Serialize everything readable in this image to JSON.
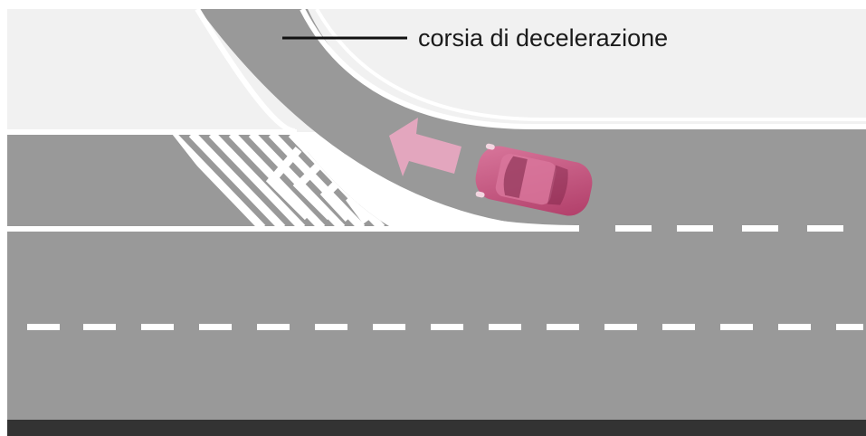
{
  "diagram": {
    "label": "corsia di decelerazione",
    "elements": {
      "road": "highway-carriageway",
      "ramp": "exit-ramp",
      "gore": "hatched-gore-area",
      "vehicle": "car-top-view",
      "motion": "arrow-left"
    },
    "colors": {
      "background": "#ffffff",
      "upper_area": "#f1f1f1",
      "asphalt": "#999999",
      "road_edge": "#333333",
      "marking": "#ffffff",
      "leader_line": "#111111",
      "car_body": "#c44d79",
      "car_roof": "#d9779c",
      "arrow": "#e7a7c0"
    }
  }
}
